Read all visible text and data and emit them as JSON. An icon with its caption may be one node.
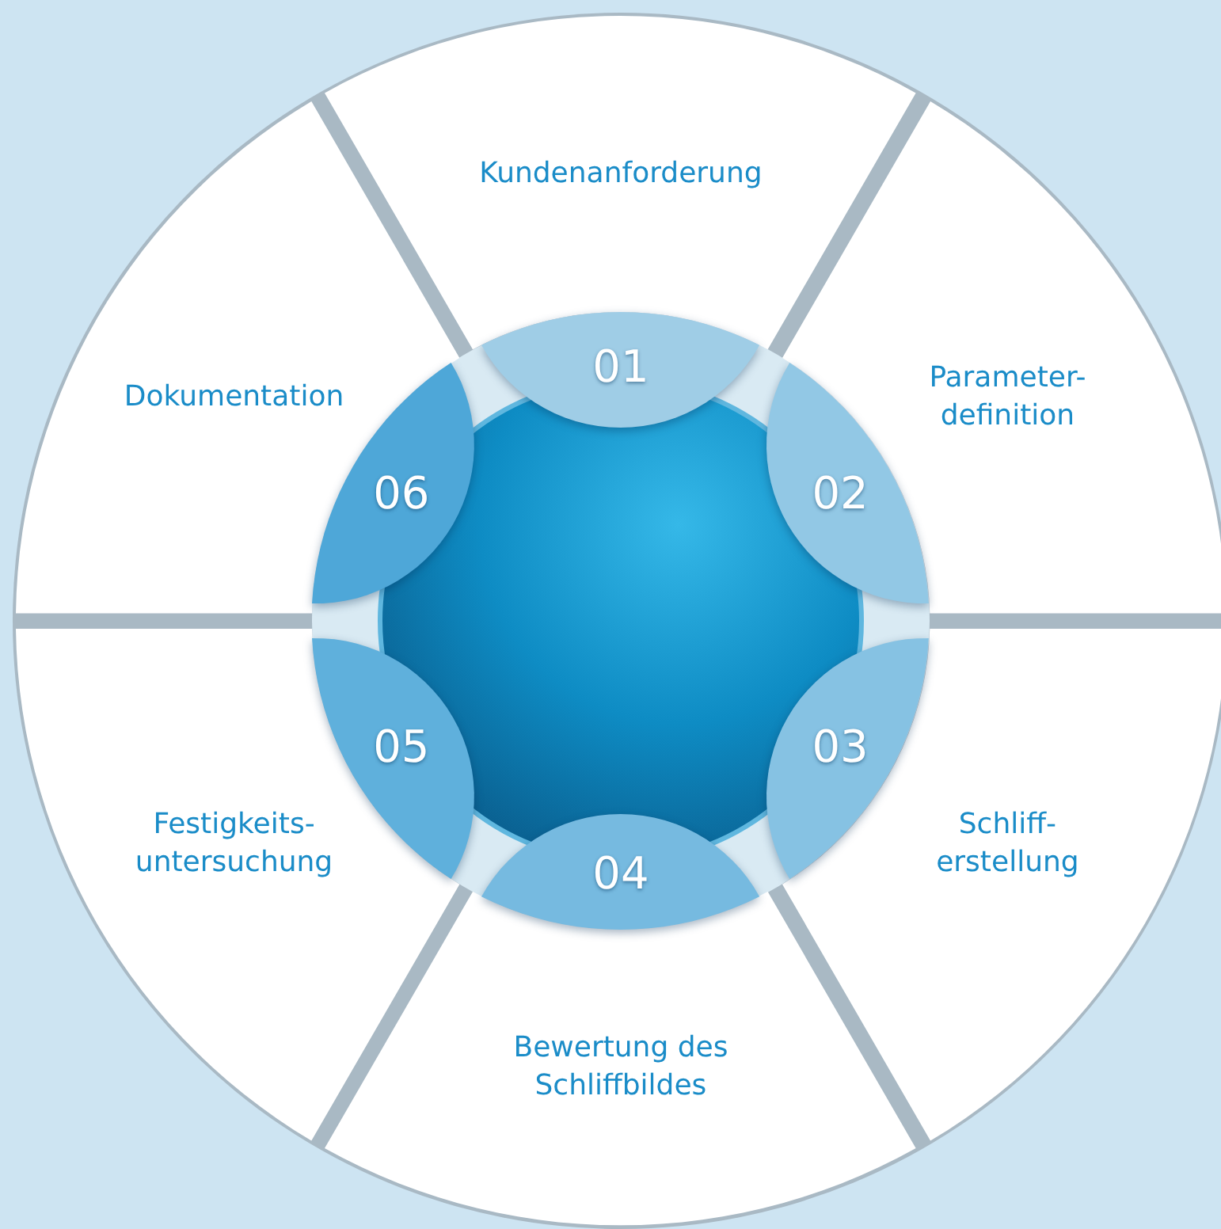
{
  "diagram": {
    "nodes": [
      {
        "text": [
          "Kundenanforderung"
        ]
      },
      {
        "text": [
          "01"
        ]
      },
      {
        "text": [
          "Parameter- definition"
        ]
      },
      {
        "text": [
          "02"
        ]
      },
      {
        "text": [
          "Schliff- erstellung"
        ]
      },
      {
        "text": [
          "03"
        ]
      },
      {
        "text": [
          "Bewertung des Schliffbildes"
        ]
      },
      {
        "text": [
          "04"
        ]
      },
      {
        "text": [
          "Festigkeits- untersuchung"
        ]
      },
      {
        "text": [
          "05"
        ]
      },
      {
        "text": [
          "Dokumentation"
        ]
      },
      {
        "text": [
          "06"
        ]
      }
    ]
  }
}
